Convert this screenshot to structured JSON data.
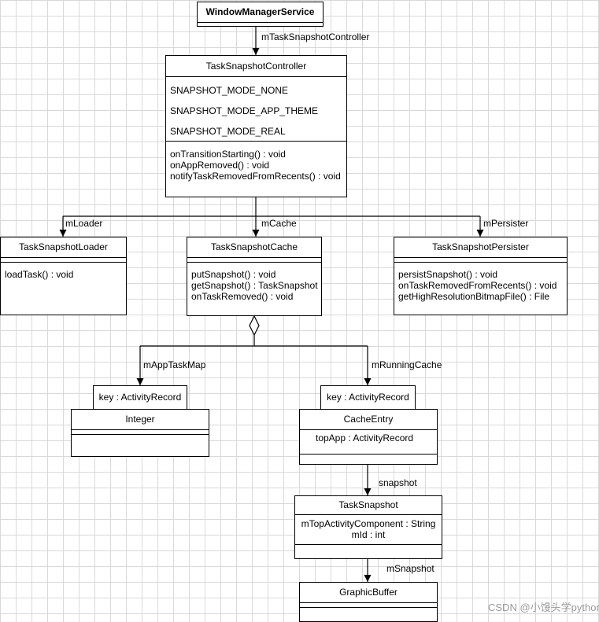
{
  "classes": {
    "wms": {
      "name": "WindowManagerService"
    },
    "tsc": {
      "name": "TaskSnapshotController",
      "attrs": [
        "SNAPSHOT_MODE_NONE",
        "SNAPSHOT_MODE_APP_THEME",
        "SNAPSHOT_MODE_REAL"
      ],
      "ops": [
        "onTransitionStarting() : void",
        "onAppRemoved() : void",
        "notifyTaskRemovedFromRecents() : void"
      ]
    },
    "loader": {
      "name": "TaskSnapshotLoader",
      "ops": [
        "loadTask() : void"
      ]
    },
    "cache": {
      "name": "TaskSnapshotCache",
      "ops": [
        "putSnapshot() : void",
        "getSnapshot() : TaskSnapshot",
        "onTaskRemoved() : void"
      ]
    },
    "persister": {
      "name": "TaskSnapshotPersister",
      "ops": [
        "persistSnapshot() : void",
        "onTaskRemovedFromRecents() : void",
        "getHighResolutionBitmapFile() : File"
      ]
    },
    "integer": {
      "name": "Integer"
    },
    "cacheEntry": {
      "name": "CacheEntry",
      "attrs": [
        "topApp : ActivityRecord"
      ]
    },
    "taskSnapshot": {
      "name": "TaskSnapshot",
      "attrs": [
        "mTopActivityComponent : String",
        "mId : int"
      ]
    },
    "graphicBuffer": {
      "name": "GraphicBuffer"
    }
  },
  "qualifiers": {
    "left": "key : ActivityRecord",
    "right": "key : ActivityRecord"
  },
  "edges": {
    "mTaskSnapshotController": "mTaskSnapshotController",
    "mLoader": "mLoader",
    "mCache": "mCache",
    "mPersister": "mPersister",
    "mAppTaskMap": "mAppTaskMap",
    "mRunningCache": "mRunningCache",
    "snapshot": "snapshot",
    "mSnapshot": "mSnapshot"
  },
  "watermark": "CSDN @小馒头学python",
  "colors": {
    "grid": "#d9d9d9",
    "line": "#000000",
    "background": "#ffffff"
  }
}
